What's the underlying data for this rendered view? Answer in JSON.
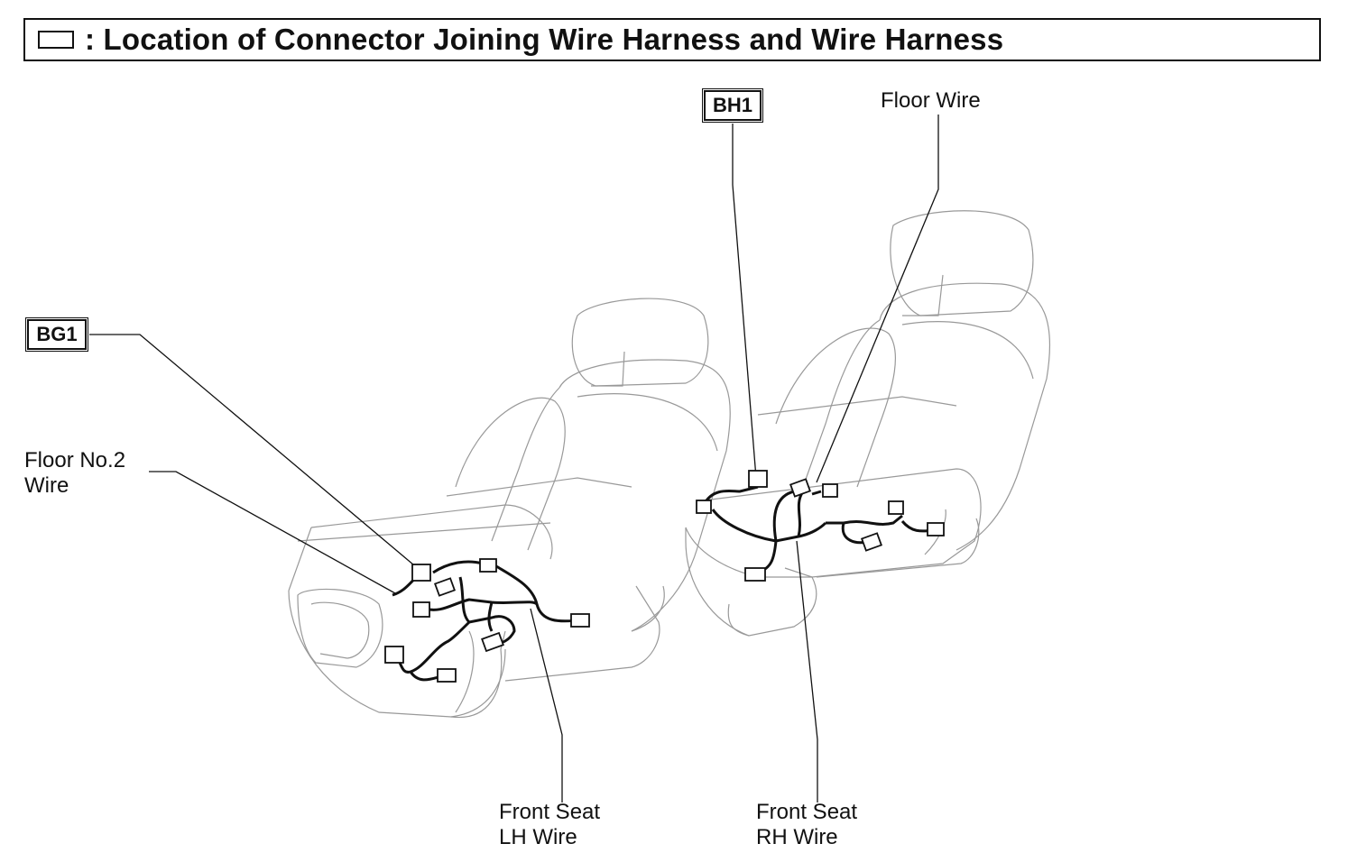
{
  "title": {
    "symbol_icon": "connector-box-icon",
    "text": ": Location of Connector Joining Wire Harness and Wire Harness"
  },
  "connectors": [
    {
      "code": "BH1"
    },
    {
      "code": "BG1"
    }
  ],
  "labels": {
    "floor_wire": "Floor Wire",
    "floor_no2_wire": "Floor No.2\nWire",
    "front_seat_lh_wire": "Front Seat\nLH Wire",
    "front_seat_rh_wire": "Front Seat\nRH Wire"
  }
}
